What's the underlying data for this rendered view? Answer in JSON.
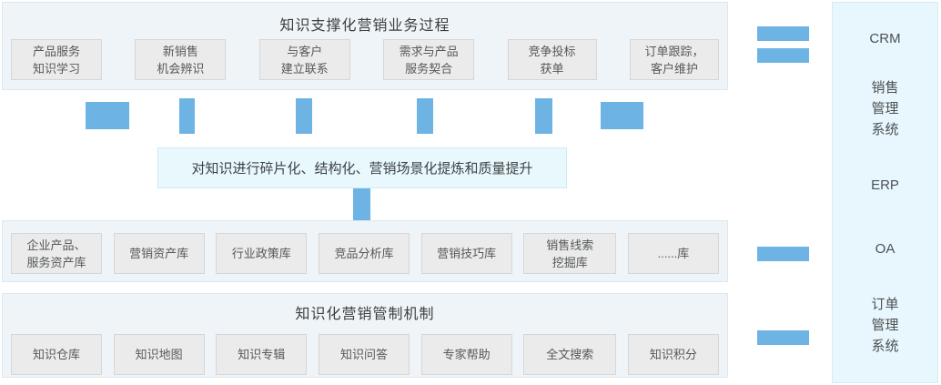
{
  "colors": {
    "accent": "#6db4e5"
  },
  "process_section": {
    "title": "知识支撑化营销业务过程",
    "boxes": [
      "产品服务\n知识学习",
      "新销售\n机会辨识",
      "与客户\n建立联系",
      "需求与产品\n服务契合",
      "竞争投标\n获单",
      "订单跟踪，\n客户维护"
    ]
  },
  "refine_box": {
    "text": "对知识进行碎片化、结构化、营销场景化提炼和质量提升"
  },
  "knowledge_bases": {
    "boxes": [
      "企业产品、\n服务资产库",
      "营销资产库",
      "行业政策库",
      "竞品分析库",
      "营销技巧库",
      "销售线索\n挖掘库",
      "......库"
    ]
  },
  "control_section": {
    "title": "知识化营销管制机制",
    "boxes": [
      "知识仓库",
      "知识地图",
      "知识专辑",
      "知识问答",
      "专家帮助",
      "全文搜索",
      "知识积分"
    ]
  },
  "systems_panel": {
    "items": [
      "CRM",
      "销售\n管理\n系统",
      "ERP",
      "OA",
      "订单\n管理\n系统"
    ]
  }
}
